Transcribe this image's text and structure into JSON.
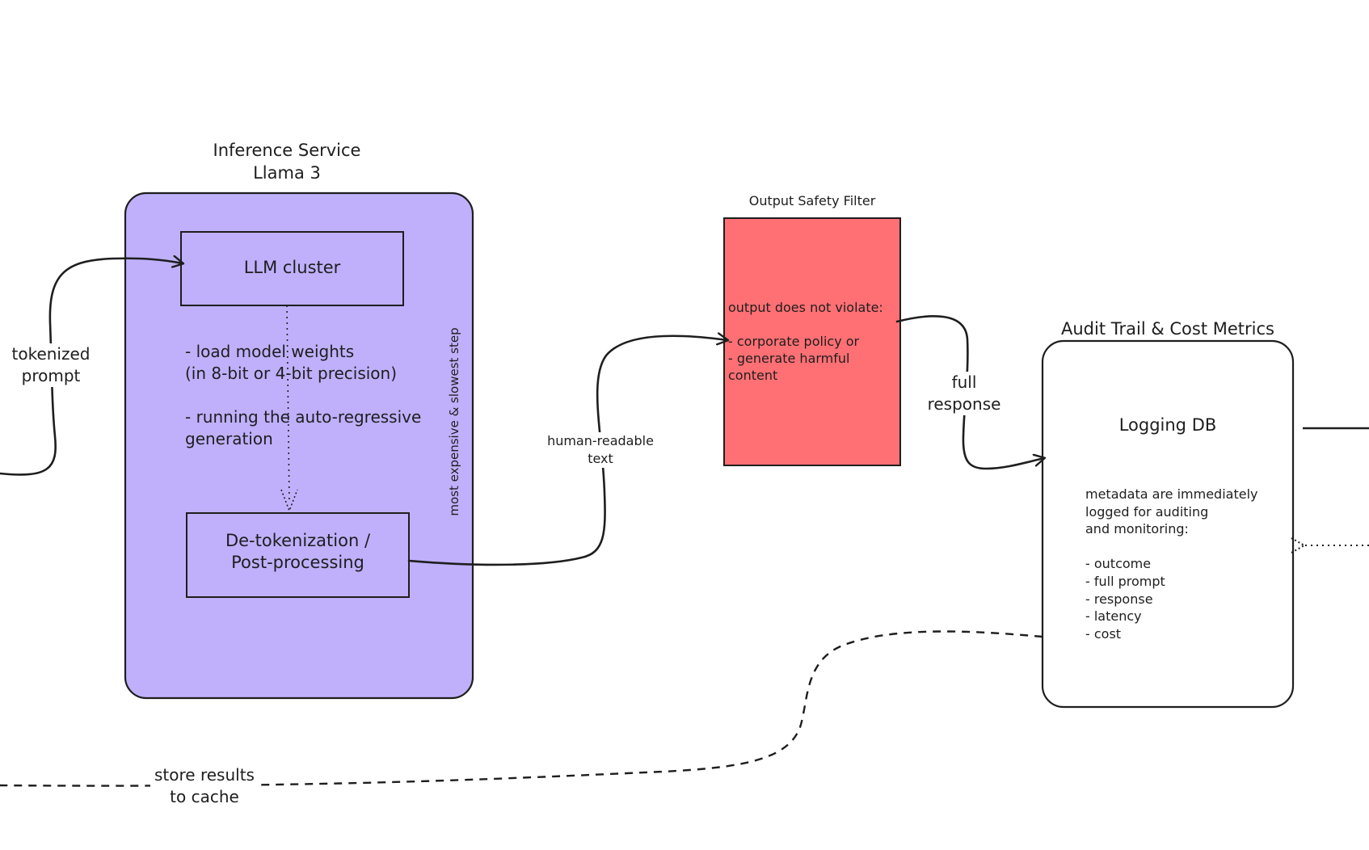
{
  "inference_service": {
    "title": "Inference Service\nLlama 3",
    "fill_color": "#c0b0fc",
    "vertical_note": "most expensive & slowest step",
    "llm_cluster": "LLM cluster",
    "steps": "- load model weights\n(in 8-bit or 4-bit precision)\n\n- running the auto-regressive\ngeneration",
    "detokenization": "De-tokenization /\nPost-processing"
  },
  "edges": {
    "tokenized_prompt": "tokenized\nprompt",
    "human_readable_text": "human-readable\ntext",
    "full_response": "full\nresponse",
    "store_results": "store results\nto cache"
  },
  "output_safety_filter": {
    "title": "Output Safety Filter",
    "fill_color": "#ff7074",
    "body": "output does not violate:\n\n- corporate policy or\n- generate harmful\ncontent"
  },
  "audit_trail": {
    "title": "Audit Trail & Cost Metrics",
    "logging_db": "Logging DB",
    "metadata": "metadata are immediately\nlogged for auditing\nand monitoring:\n\n- outcome\n- full prompt\n- response\n- latency\n- cost"
  }
}
